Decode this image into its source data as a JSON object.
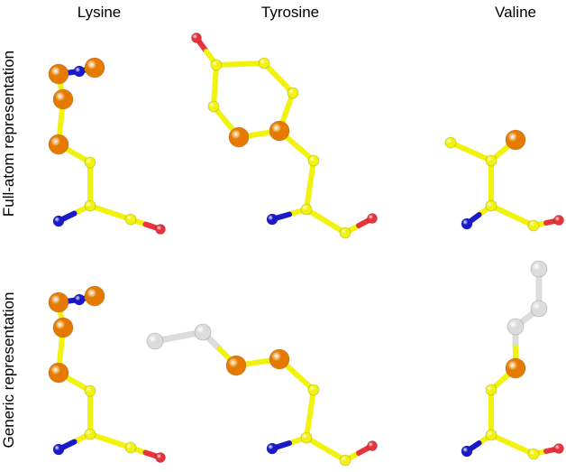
{
  "columns": [
    "Lysine",
    "Tyrosine",
    "Valine"
  ],
  "rows": [
    "Full-atom representation",
    "Generic representation"
  ],
  "colors": {
    "carbon": "#f2f20f",
    "carbon_stroke": "#9a9a00",
    "nitrogen": "#1a1acc",
    "oxygen": "#e8323c",
    "highlight": "#e67a00",
    "generic": "#dcdcdc"
  }
}
